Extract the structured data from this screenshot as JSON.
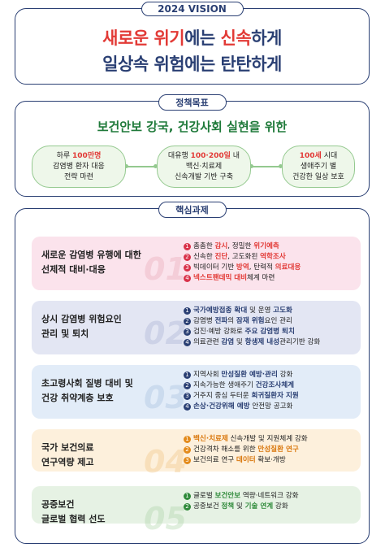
{
  "vision": {
    "tag": "2024 VISION",
    "line1": {
      "a": "새로운 ",
      "b": "위기",
      "c": "에는 ",
      "d": "신속",
      "e": "하게"
    },
    "line2": {
      "a": "일상속 ",
      "b": "위험",
      "c": "에는 ",
      "d": "탄탄",
      "e": "하게"
    }
  },
  "policy": {
    "tag": "정책목표",
    "title": "보건안보 강국, 건강사회 실현을 위한",
    "pills": [
      {
        "l1a": "하루 ",
        "l1b": "100만명",
        "l2": "감염병 환자 대응",
        "l3": "전략 마련"
      },
      {
        "l1a": "대유행 ",
        "l1b": "100·200일",
        "l1c": " 내",
        "l2": "백신·치료제",
        "l3": "신속개발 기반 구축"
      },
      {
        "l1a": "",
        "l1b": "100세",
        "l1c": " 시대",
        "l2": "생애주기 별",
        "l3": "건강한 일상 보호"
      }
    ]
  },
  "core": {
    "tag": "핵심과제",
    "rows": [
      {
        "title1": "새로운 감염병 유행에 대한",
        "title2": "선제적 대비·대응",
        "num": "01",
        "items": [
          [
            {
              "t": "촘촘한 "
            },
            {
              "t": "감시",
              "h": "red"
            },
            {
              "t": ", 정밀한 "
            },
            {
              "t": "위기예측",
              "h": "red"
            }
          ],
          [
            {
              "t": "신속한 "
            },
            {
              "t": "진단",
              "h": "red"
            },
            {
              "t": ", 고도화된 "
            },
            {
              "t": "역학조사",
              "h": "red"
            }
          ],
          [
            {
              "t": "빅데이터 기반 "
            },
            {
              "t": "방역",
              "h": "red"
            },
            {
              "t": ", 탄력적 "
            },
            {
              "t": "의료대응",
              "h": "red"
            }
          ],
          [
            {
              "t": "넥스트팬데믹",
              "h": "red"
            },
            {
              "t": " "
            },
            {
              "t": "대비",
              "h": "red"
            },
            {
              "t": "체계 마련"
            }
          ]
        ]
      },
      {
        "title1": "상시 감염병 위험요인",
        "title2": "관리 및 퇴치",
        "num": "02",
        "items": [
          [
            {
              "t": "국가예방접종 확대",
              "h": "blue"
            },
            {
              "t": " 및 운영 "
            },
            {
              "t": "고도화",
              "h": "blue"
            }
          ],
          [
            {
              "t": "감염병 "
            },
            {
              "t": "전파",
              "h": "blue"
            },
            {
              "t": "의 "
            },
            {
              "t": "잠재 위험",
              "h": "blue"
            },
            {
              "t": "요인 관리"
            }
          ],
          [
            {
              "t": "검진·예방 강화로 "
            },
            {
              "t": "주요 감염병 퇴치",
              "h": "blue"
            }
          ],
          [
            {
              "t": "의료관련 "
            },
            {
              "t": "감염",
              "h": "blue"
            },
            {
              "t": " 및 "
            },
            {
              "t": "항생제 내성",
              "h": "blue"
            },
            {
              "t": "관리기반 강화"
            }
          ]
        ]
      },
      {
        "title1": "초고령사회 질병 대비 및",
        "title2": "건강 취약계층 보호",
        "num": "03",
        "items": [
          [
            {
              "t": "지역사회 "
            },
            {
              "t": "만성질환 예방·관리",
              "h": "blue"
            },
            {
              "t": " 강화"
            }
          ],
          [
            {
              "t": "지속가능한 생애주기 "
            },
            {
              "t": "건강조사체계",
              "h": "blue"
            }
          ],
          [
            {
              "t": "거주지 중심 두터운 "
            },
            {
              "t": "희귀질환자 지원",
              "h": "blue"
            }
          ],
          [
            {
              "t": "손상·건강위해 예방",
              "h": "blue"
            },
            {
              "t": " 안전망 공고화"
            }
          ]
        ]
      },
      {
        "title1": "국가 보건의료",
        "title2": "연구역량 제고",
        "num": "04",
        "items": [
          [
            {
              "t": "백신·치료제",
              "h": "orange"
            },
            {
              "t": " 신속개발 및 지원체계 강화"
            }
          ],
          [
            {
              "t": "건강격차 해소를 위한 "
            },
            {
              "t": "만성질환 연구",
              "h": "orange"
            }
          ],
          [
            {
              "t": "보건의료 연구 "
            },
            {
              "t": "데이터",
              "h": "orange"
            },
            {
              "t": " 확보·개방"
            }
          ]
        ]
      },
      {
        "title1": "공중보건",
        "title2": "글로벌 협력 선도",
        "num": "05",
        "items": [
          [
            {
              "t": "글로벌 "
            },
            {
              "t": "보건안보",
              "h": "green"
            },
            {
              "t": " 역량·네트워크 강화"
            }
          ],
          [
            {
              "t": "공중보건 "
            },
            {
              "t": "정책",
              "h": "green"
            },
            {
              "t": " 및 "
            },
            {
              "t": "기술 연계",
              "h": "green"
            },
            {
              "t": " 강화"
            }
          ]
        ]
      }
    ]
  },
  "colors": {
    "navy": "#2a3f73",
    "red": "#e23a36",
    "green": "#1f7a3a",
    "row1_bg": "#fbe3ec",
    "row1_accent": "#d9324a",
    "row2_bg": "#e3e6f3",
    "row2_accent": "#2a3f73",
    "row3_bg": "#e2ecf8",
    "row3_accent": "#2a3f73",
    "row4_bg": "#fdf0dc",
    "row4_accent": "#e38a1a",
    "row5_bg": "#e6f2e4",
    "row5_accent": "#2f8a3a"
  }
}
